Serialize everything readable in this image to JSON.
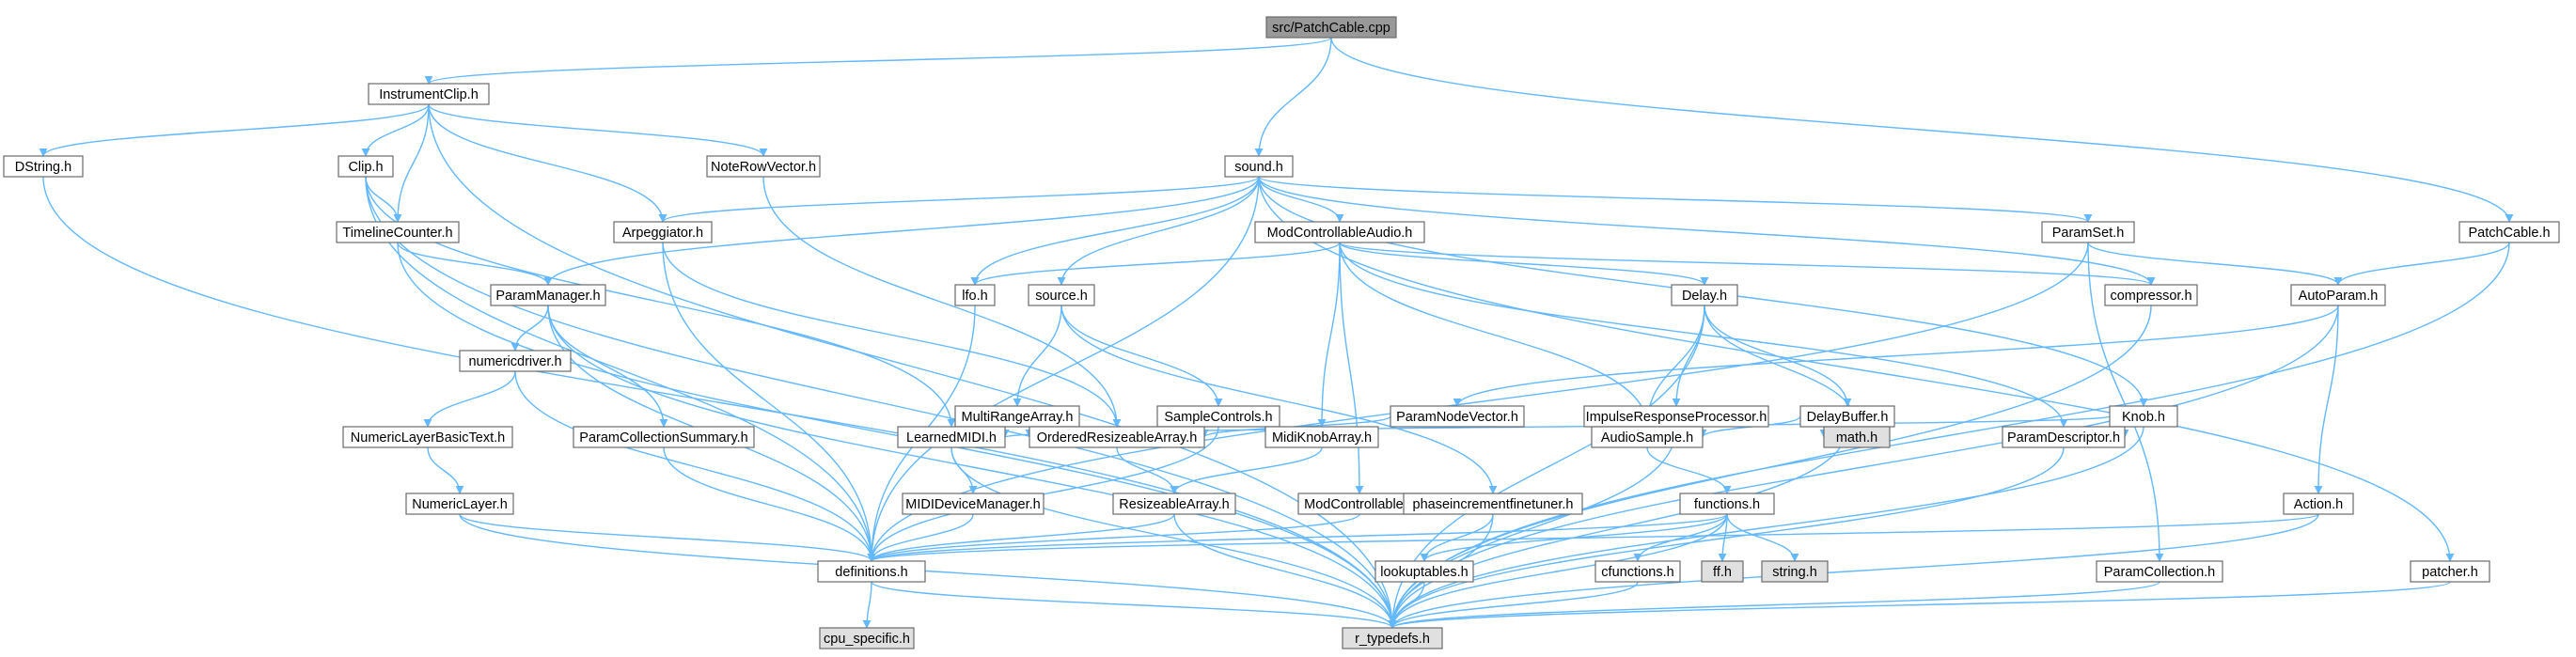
{
  "colors": {
    "edge": "#63b8ff",
    "node_border": "#6a6a6a",
    "node_fill": "#ffffff",
    "root_fill": "#999999",
    "external_fill": "#e0e0e0"
  },
  "nodes": [
    {
      "id": "patchcable_cpp",
      "label": "src/PatchCable.cpp",
      "kind": "root"
    },
    {
      "id": "instrumentclip_h",
      "label": "InstrumentClip.h"
    },
    {
      "id": "dstring_h",
      "label": "DString.h"
    },
    {
      "id": "clip_h",
      "label": "Clip.h"
    },
    {
      "id": "noterowvector_h",
      "label": "NoteRowVector.h"
    },
    {
      "id": "sound_h",
      "label": "sound.h"
    },
    {
      "id": "patchcable_h",
      "label": "PatchCable.h"
    },
    {
      "id": "timelinecounter_h",
      "label": "TimelineCounter.h"
    },
    {
      "id": "arpeggiator_h",
      "label": "Arpeggiator.h"
    },
    {
      "id": "modcontrollableaudio_h",
      "label": "ModControllableAudio.h"
    },
    {
      "id": "paramset_h",
      "label": "ParamSet.h"
    },
    {
      "id": "parammanager_h",
      "label": "ParamManager.h"
    },
    {
      "id": "lfo_h",
      "label": "lfo.h"
    },
    {
      "id": "source_h",
      "label": "source.h"
    },
    {
      "id": "delay_h",
      "label": "Delay.h"
    },
    {
      "id": "compressor_h",
      "label": "compressor.h"
    },
    {
      "id": "autoparam_h",
      "label": "AutoParam.h"
    },
    {
      "id": "numericdriver_h",
      "label": "numericdriver.h"
    },
    {
      "id": "multirangearray_h",
      "label": "MultiRangeArray.h"
    },
    {
      "id": "samplecontrols_h",
      "label": "SampleControls.h"
    },
    {
      "id": "paramnodevector_h",
      "label": "ParamNodeVector.h"
    },
    {
      "id": "impulseresponseprocessor_h",
      "label": "ImpulseResponseProcessor.h"
    },
    {
      "id": "delaybuffer_h",
      "label": "DelayBuffer.h"
    },
    {
      "id": "knob_h",
      "label": "Knob.h"
    },
    {
      "id": "numericlayerbasictext_h",
      "label": "NumericLayerBasicText.h"
    },
    {
      "id": "paramcollectionsummary_h",
      "label": "ParamCollectionSummary.h"
    },
    {
      "id": "learnedmidi_h",
      "label": "LearnedMIDI.h"
    },
    {
      "id": "orderedresizeablearray_h",
      "label": "OrderedResizeableArray.h"
    },
    {
      "id": "midiknobarray_h",
      "label": "MidiKnobArray.h"
    },
    {
      "id": "audiosample_h",
      "label": "AudioSample.h"
    },
    {
      "id": "math_h",
      "label": "math.h",
      "kind": "external"
    },
    {
      "id": "paramdescriptor_h",
      "label": "ParamDescriptor.h"
    },
    {
      "id": "numericlayer_h",
      "label": "NumericLayer.h"
    },
    {
      "id": "mididevicemanager_h",
      "label": "MIDIDeviceManager.h"
    },
    {
      "id": "resizeablearray_h",
      "label": "ResizeableArray.h"
    },
    {
      "id": "modcontrollable_h",
      "label": "ModControllable.h"
    },
    {
      "id": "phaseincrementfinetuner_h",
      "label": "phaseincrementfinetuner.h"
    },
    {
      "id": "functions_h",
      "label": "functions.h"
    },
    {
      "id": "action_h",
      "label": "Action.h"
    },
    {
      "id": "definitions_h",
      "label": "definitions.h"
    },
    {
      "id": "lookuptables_h",
      "label": "lookuptables.h"
    },
    {
      "id": "cfunctions_h",
      "label": "cfunctions.h"
    },
    {
      "id": "ff_h",
      "label": "ff.h",
      "kind": "external"
    },
    {
      "id": "string_h",
      "label": "string.h",
      "kind": "external"
    },
    {
      "id": "paramcollection_h",
      "label": "ParamCollection.h"
    },
    {
      "id": "patcher_h",
      "label": "patcher.h"
    },
    {
      "id": "cpu_specific_h",
      "label": "cpu_specific.h",
      "kind": "external"
    },
    {
      "id": "r_typedefs_h",
      "label": "r_typedefs.h",
      "kind": "external"
    }
  ],
  "edges": [
    [
      "patchcable_cpp",
      "instrumentclip_h"
    ],
    [
      "patchcable_cpp",
      "sound_h"
    ],
    [
      "patchcable_cpp",
      "patchcable_h"
    ],
    [
      "instrumentclip_h",
      "dstring_h"
    ],
    [
      "instrumentclip_h",
      "clip_h"
    ],
    [
      "instrumentclip_h",
      "timelinecounter_h"
    ],
    [
      "instrumentclip_h",
      "arpeggiator_h"
    ],
    [
      "instrumentclip_h",
      "noterowvector_h"
    ],
    [
      "instrumentclip_h",
      "r_typedefs_h"
    ],
    [
      "dstring_h",
      "r_typedefs_h"
    ],
    [
      "clip_h",
      "timelinecounter_h"
    ],
    [
      "clip_h",
      "learnedmidi_h"
    ],
    [
      "clip_h",
      "definitions_h"
    ],
    [
      "clip_h",
      "r_typedefs_h"
    ],
    [
      "timelinecounter_h",
      "parammanager_h"
    ],
    [
      "timelinecounter_h",
      "r_typedefs_h"
    ],
    [
      "noterowvector_h",
      "orderedresizeablearray_h"
    ],
    [
      "arpeggiator_h",
      "definitions_h"
    ],
    [
      "arpeggiator_h",
      "orderedresizeablearray_h"
    ],
    [
      "sound_h",
      "arpeggiator_h"
    ],
    [
      "sound_h",
      "parammanager_h"
    ],
    [
      "sound_h",
      "lfo_h"
    ],
    [
      "sound_h",
      "source_h"
    ],
    [
      "sound_h",
      "modcontrollableaudio_h"
    ],
    [
      "sound_h",
      "paramset_h"
    ],
    [
      "sound_h",
      "compressor_h"
    ],
    [
      "sound_h",
      "knob_h"
    ],
    [
      "sound_h",
      "patcher_h"
    ],
    [
      "sound_h",
      "definitions_h"
    ],
    [
      "patchcable_h",
      "autoparam_h"
    ],
    [
      "patchcable_h",
      "r_typedefs_h"
    ],
    [
      "parammanager_h",
      "numericdriver_h"
    ],
    [
      "parammanager_h",
      "paramcollectionsummary_h"
    ],
    [
      "parammanager_h",
      "definitions_h"
    ],
    [
      "parammanager_h",
      "r_typedefs_h"
    ],
    [
      "numericdriver_h",
      "numericlayerbasictext_h"
    ],
    [
      "numericdriver_h",
      "definitions_h"
    ],
    [
      "numericlayerbasictext_h",
      "numericlayer_h"
    ],
    [
      "numericlayer_h",
      "definitions_h"
    ],
    [
      "numericlayer_h",
      "r_typedefs_h"
    ],
    [
      "paramcollectionsummary_h",
      "definitions_h"
    ],
    [
      "lfo_h",
      "definitions_h"
    ],
    [
      "source_h",
      "multirangearray_h"
    ],
    [
      "source_h",
      "samplecontrols_h"
    ],
    [
      "source_h",
      "phaseincrementfinetuner_h"
    ],
    [
      "multirangearray_h",
      "orderedresizeablearray_h"
    ],
    [
      "samplecontrols_h",
      "definitions_h"
    ],
    [
      "modcontrollableaudio_h",
      "lfo_h"
    ],
    [
      "modcontrollableaudio_h",
      "delay_h"
    ],
    [
      "modcontrollableaudio_h",
      "compressor_h"
    ],
    [
      "modcontrollableaudio_h",
      "midiknobarray_h"
    ],
    [
      "modcontrollableaudio_h",
      "modcontrollable_h"
    ],
    [
      "modcontrollableaudio_h",
      "audiosample_h"
    ],
    [
      "modcontrollableaudio_h",
      "paramdescriptor_h"
    ],
    [
      "delay_h",
      "impulseresponseprocessor_h"
    ],
    [
      "delay_h",
      "delaybuffer_h"
    ],
    [
      "delay_h",
      "audiosample_h"
    ],
    [
      "delay_h",
      "math_h"
    ],
    [
      "delay_h",
      "r_typedefs_h"
    ],
    [
      "impulseresponseprocessor_h",
      "audiosample_h"
    ],
    [
      "impulseresponseprocessor_h",
      "r_typedefs_h"
    ],
    [
      "delaybuffer_h",
      "audiosample_h"
    ],
    [
      "delaybuffer_h",
      "math_h"
    ],
    [
      "delaybuffer_h",
      "r_typedefs_h"
    ],
    [
      "compressor_h",
      "r_typedefs_h"
    ],
    [
      "paramset_h",
      "autoparam_h"
    ],
    [
      "paramset_h",
      "paramcollection_h"
    ],
    [
      "paramset_h",
      "definitions_h"
    ],
    [
      "autoparam_h",
      "paramnodevector_h"
    ],
    [
      "autoparam_h",
      "action_h"
    ],
    [
      "autoparam_h",
      "r_typedefs_h"
    ],
    [
      "paramnodevector_h",
      "orderedresizeablearray_h"
    ],
    [
      "knob_h",
      "learnedmidi_h"
    ],
    [
      "knob_h",
      "paramdescriptor_h"
    ],
    [
      "knob_h",
      "r_typedefs_h"
    ],
    [
      "learnedmidi_h",
      "mididevicemanager_h"
    ],
    [
      "learnedmidi_h",
      "r_typedefs_h"
    ],
    [
      "mididevicemanager_h",
      "definitions_h"
    ],
    [
      "orderedresizeablearray_h",
      "resizeablearray_h"
    ],
    [
      "resizeablearray_h",
      "definitions_h"
    ],
    [
      "resizeablearray_h",
      "r_typedefs_h"
    ],
    [
      "midiknobarray_h",
      "resizeablearray_h"
    ],
    [
      "modcontrollable_h",
      "definitions_h"
    ],
    [
      "phaseincrementfinetuner_h",
      "lookuptables_h"
    ],
    [
      "phaseincrementfinetuner_h",
      "r_typedefs_h"
    ],
    [
      "audiosample_h",
      "functions_h"
    ],
    [
      "functions_h",
      "definitions_h"
    ],
    [
      "functions_h",
      "lookuptables_h"
    ],
    [
      "functions_h",
      "cfunctions_h"
    ],
    [
      "functions_h",
      "ff_h"
    ],
    [
      "functions_h",
      "string_h"
    ],
    [
      "functions_h",
      "r_typedefs_h"
    ],
    [
      "lookuptables_h",
      "r_typedefs_h"
    ],
    [
      "cfunctions_h",
      "r_typedefs_h"
    ],
    [
      "paramdescriptor_h",
      "r_typedefs_h"
    ],
    [
      "paramcollection_h",
      "r_typedefs_h"
    ],
    [
      "patcher_h",
      "r_typedefs_h"
    ],
    [
      "action_h",
      "definitions_h"
    ],
    [
      "action_h",
      "r_typedefs_h"
    ],
    [
      "definitions_h",
      "cpu_specific_h"
    ],
    [
      "definitions_h",
      "r_typedefs_h"
    ]
  ]
}
